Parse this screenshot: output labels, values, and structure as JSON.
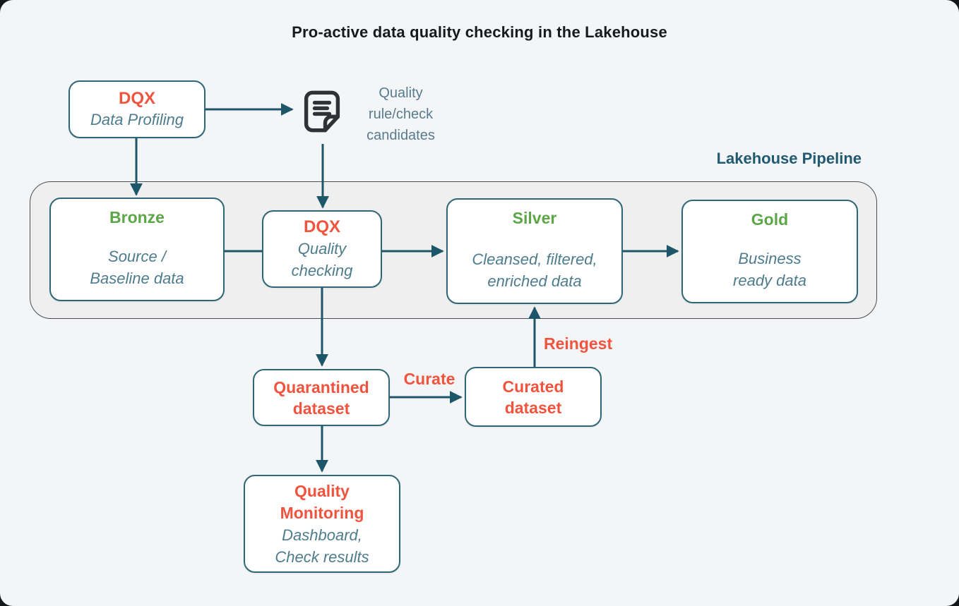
{
  "title": "Pro-active data quality checking in the Lakehouse",
  "profiling": {
    "heading": "DQX",
    "subheading": "Data Profiling"
  },
  "rule_candidates": {
    "icon": "document-icon",
    "label": "Quality\nrule/check\ncandidates"
  },
  "pipeline": {
    "label": "Lakehouse Pipeline",
    "stages": [
      {
        "id": "bronze",
        "heading": "Bronze",
        "desc": "Source /\nBaseline data"
      },
      {
        "id": "dqx-quality-checking",
        "heading": "DQX",
        "desc": "Quality\nchecking"
      },
      {
        "id": "silver",
        "heading": "Silver",
        "desc": "Cleansed, filtered,\nenriched data"
      },
      {
        "id": "gold",
        "heading": "Gold",
        "desc": "Business\nready data"
      }
    ]
  },
  "quarantined": {
    "heading": "Quarantined\ndataset"
  },
  "curated": {
    "heading": "Curated\ndataset"
  },
  "monitoring": {
    "heading": "Quality\nMonitoring",
    "desc": "Dashboard,\nCheck results"
  },
  "edge_labels": {
    "curate": "Curate",
    "reingest": "Reingest"
  },
  "colors": {
    "accent_red": "#F1543E",
    "green": "#5DA647",
    "teal_text": "#4D7C8D",
    "line_teal": "#1D5668",
    "pipeline_label": "#215A70",
    "canvas_bg": "#F3F5F6",
    "container_bg": "#EFEFEF"
  }
}
